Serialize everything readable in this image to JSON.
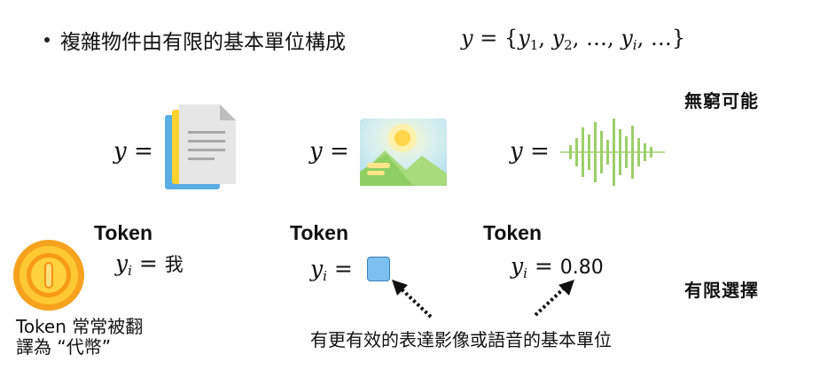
{
  "bullet_text": "複雜物件由有限的基本單位構成",
  "formula": {
    "lhs": "y",
    "eq": " = {",
    "items": [
      {
        "base": "y",
        "sub": "1"
      },
      {
        "base": "y",
        "sub": "2"
      },
      {
        "text": "…"
      },
      {
        "base": "y",
        "sub": "i"
      },
      {
        "text": "…"
      }
    ],
    "close": "}"
  },
  "right_labels": {
    "top": "無窮可能",
    "bottom": "有限選擇"
  },
  "rows": {
    "y_symbol": "y",
    "equals": "="
  },
  "tokens": [
    {
      "label": "Token",
      "var": "y",
      "sub": "i",
      "equals": "=",
      "value": "我"
    },
    {
      "label": "Token",
      "var": "y",
      "sub": "i",
      "equals": "=",
      "value": ""
    },
    {
      "label": "Token",
      "var": "y",
      "sub": "i",
      "equals": "=",
      "value": "0.80"
    }
  ],
  "coin_caption_line1": "Token 常常被翻",
  "coin_caption_line2": "譯為 “代幣”",
  "bottom_caption": "有更有效的表達影像或語音的基本單位",
  "colors": {
    "doc_yellow": "#FFD22E",
    "doc_blue": "#5AAEE6",
    "doc_paper": "#E6E6E6",
    "landscape_sky": "#BDE6F0",
    "landscape_green": "#9BD66B",
    "wave_green": "#9CCF69",
    "patch_blue": "#7CC0F0",
    "coin_orange": "#F5A623"
  }
}
